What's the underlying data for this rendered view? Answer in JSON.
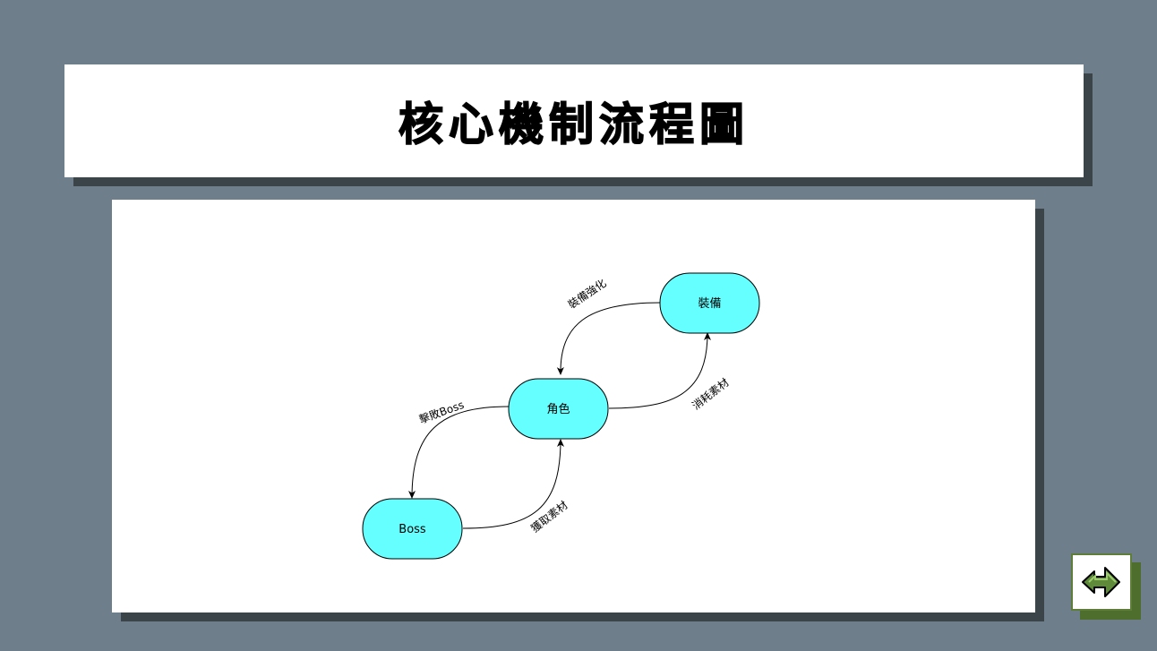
{
  "slide": {
    "title": "核心機制流程圖"
  },
  "diagram": {
    "nodes": [
      {
        "id": "equipment",
        "label": "裝備"
      },
      {
        "id": "character",
        "label": "角色"
      },
      {
        "id": "boss",
        "label": "Boss"
      }
    ],
    "edges": [
      {
        "from": "equipment",
        "to": "character",
        "label": "裝備強化"
      },
      {
        "from": "character",
        "to": "equipment",
        "label": "消耗素材"
      },
      {
        "from": "character",
        "to": "boss",
        "label": "擊敗Boss"
      },
      {
        "from": "boss",
        "to": "character",
        "label": "獲取素材"
      }
    ],
    "colors": {
      "node_fill": "#66ffff",
      "node_stroke": "#000000",
      "edge": "#000000"
    }
  },
  "navigation": {
    "next_icon": "arrow-right-icon",
    "colors": {
      "arrow_fill": "#5e8a3a",
      "border": "#5e7d39"
    }
  }
}
